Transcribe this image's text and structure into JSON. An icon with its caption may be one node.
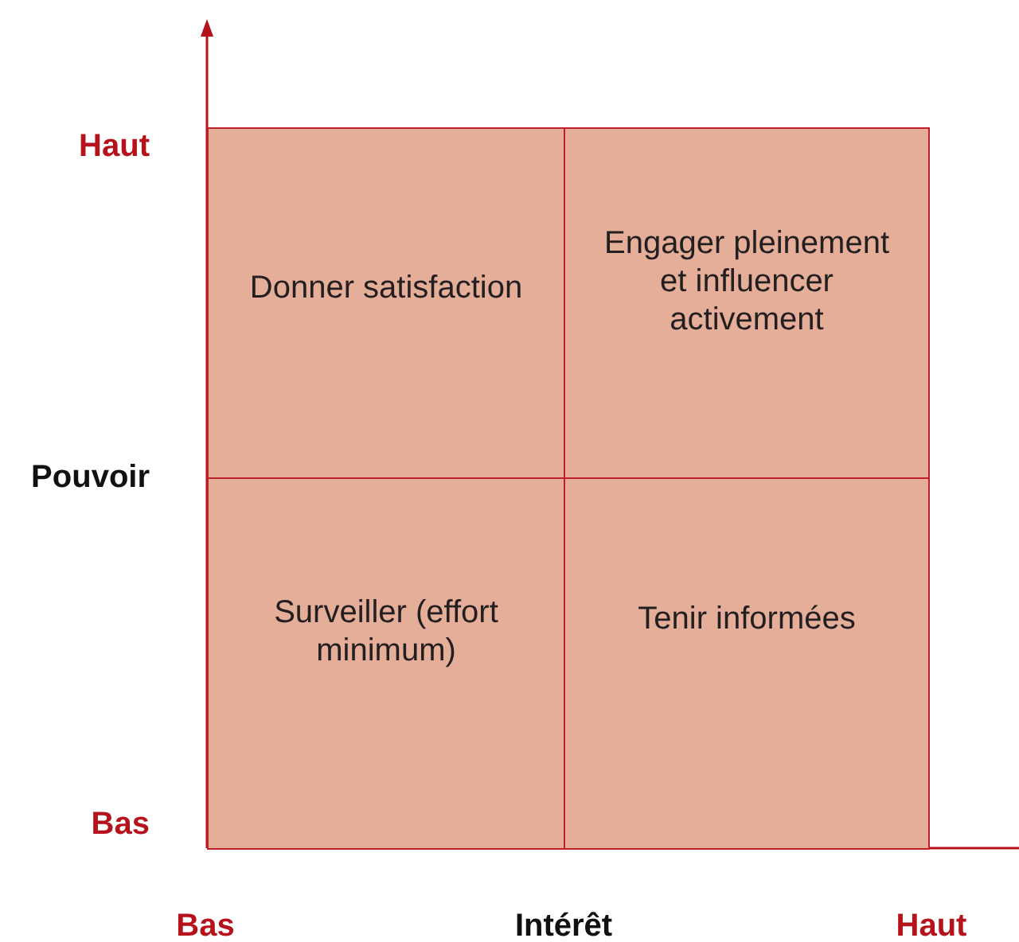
{
  "diagram": {
    "nodes": [
      {
        "text": [
          "Donner satisfaction"
        ]
      },
      {
        "text": [
          "Engager pleinement et influencer activement"
        ]
      },
      {
        "text": [
          "Surveiller (effort minimum)"
        ]
      },
      {
        "text": [
          "Tenir informées"
        ]
      }
    ],
    "labels": [
      "Haut",
      "Pouvoir",
      "Bas",
      "Bas",
      "Intérêt",
      "Haut"
    ]
  }
}
